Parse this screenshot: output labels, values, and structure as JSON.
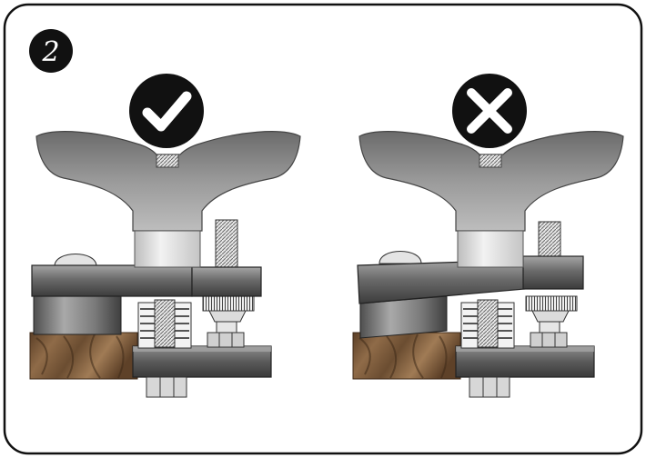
{
  "step": {
    "number": "2"
  },
  "panels": [
    {
      "id": "correct",
      "verdict_icon": "checkmark-icon",
      "clamp_state": "level"
    },
    {
      "id": "incorrect",
      "verdict_icon": "x-mark-icon",
      "clamp_state": "tilted"
    }
  ],
  "colors": {
    "frame": "#111111",
    "badge": "#111111",
    "metal_dark": "#5a5a5a",
    "metal_mid": "#8a8a8a",
    "metal_light": "#d2d2d2",
    "wood": "#7a5a3c"
  }
}
